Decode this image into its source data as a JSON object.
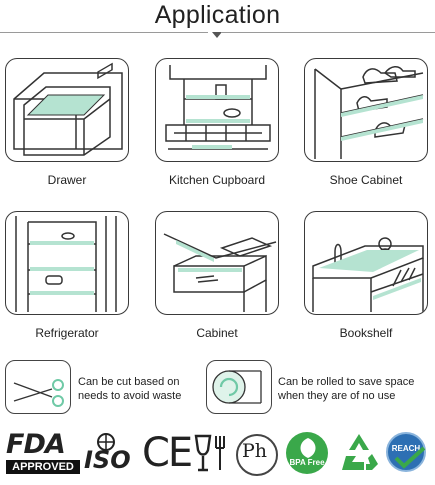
{
  "title": "Application",
  "colors": {
    "accent": "#b5e3d1",
    "accent_dark": "#6fc9a6",
    "line": "#333333",
    "green_badge": "#3aa84a"
  },
  "applications": [
    {
      "label": "Drawer",
      "icon": "drawer-icon"
    },
    {
      "label": "Kitchen Cupboard",
      "icon": "kitchen-cupboard-icon"
    },
    {
      "label": "Shoe Cabinet",
      "icon": "shoe-cabinet-icon"
    },
    {
      "label": "Refrigerator",
      "icon": "refrigerator-icon"
    },
    {
      "label": "Cabinet",
      "icon": "cabinet-icon"
    },
    {
      "label": "Bookshelf",
      "icon": "bookshelf-icon"
    }
  ],
  "features": [
    {
      "line1": "Can be cut based on",
      "line2": "needs to avoid waste",
      "icon": "scissors-icon"
    },
    {
      "line1": "Can be rolled to save space",
      "line2": "when they are of no use",
      "icon": "roll-icon"
    }
  ],
  "certifications": {
    "fda": "FDA",
    "fda_sub": "APPROVED",
    "iso": "ISO",
    "ce": "CE",
    "ph": "Ph",
    "bpa": "BPA Free",
    "reach": "REACH"
  }
}
